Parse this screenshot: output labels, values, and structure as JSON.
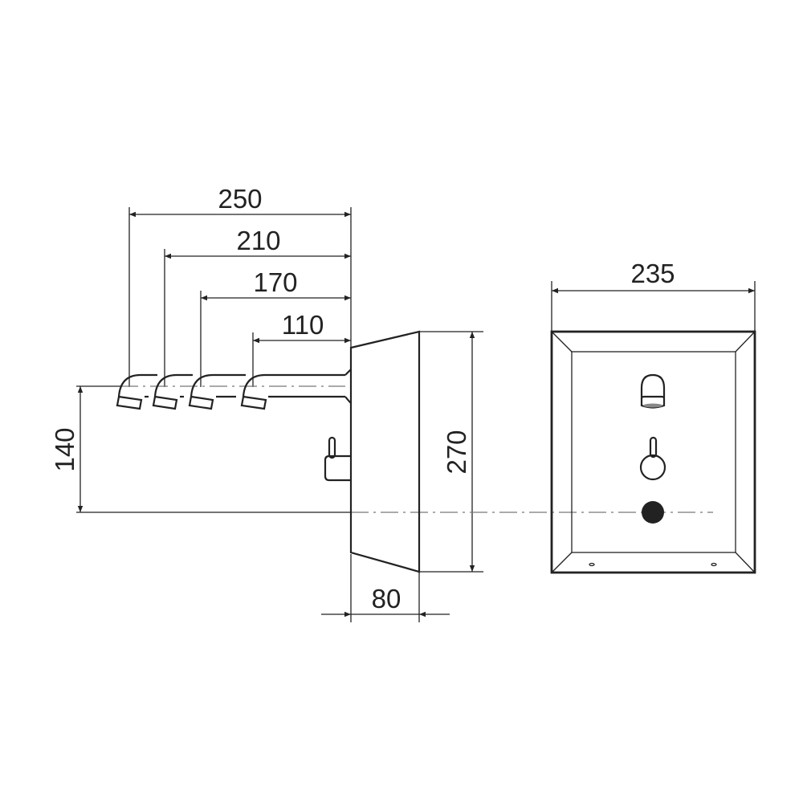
{
  "drawing": {
    "dimensions": {
      "spout_250": "250",
      "spout_210": "210",
      "spout_170": "170",
      "spout_110": "110",
      "height_140": "140",
      "height_270": "270",
      "depth_80": "80",
      "width_235": "235"
    },
    "colors": {
      "line": "#222222",
      "centerline": "#777777"
    }
  }
}
